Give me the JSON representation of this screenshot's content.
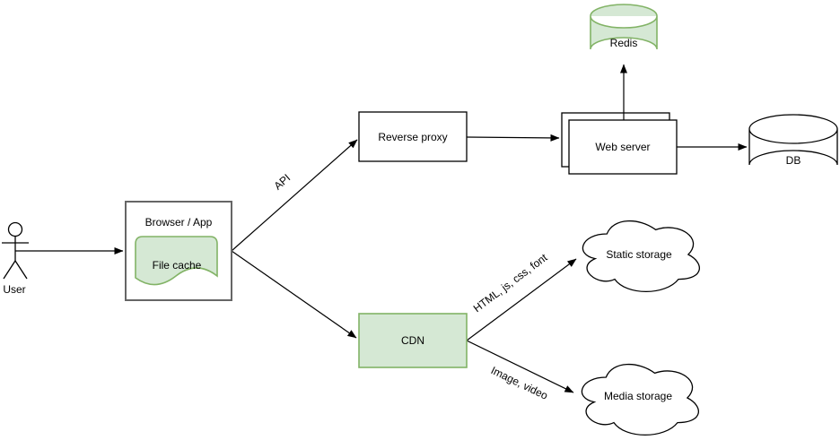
{
  "diagram": {
    "nodes": {
      "user": {
        "label": "User"
      },
      "browser_app": {
        "label": "Browser / App"
      },
      "file_cache": {
        "label": "File cache"
      },
      "reverse_proxy": {
        "label": "Reverse proxy"
      },
      "web_server": {
        "label": "Web server"
      },
      "redis": {
        "label": "Redis"
      },
      "db": {
        "label": "DB"
      },
      "cdn": {
        "label": "CDN"
      },
      "static_storage": {
        "label": "Static storage"
      },
      "media_storage": {
        "label": "Media storage"
      }
    },
    "edges": {
      "api": {
        "label": "API"
      },
      "static_assets": {
        "label": "HTML, js, css, font"
      },
      "media_assets": {
        "label": "Image, video"
      }
    },
    "colors": {
      "green_fill": "#d5e8d4",
      "green_stroke": "#82b366",
      "shape_stroke": "#000000",
      "container_stroke": "#666666",
      "background": "#ffffff"
    }
  }
}
